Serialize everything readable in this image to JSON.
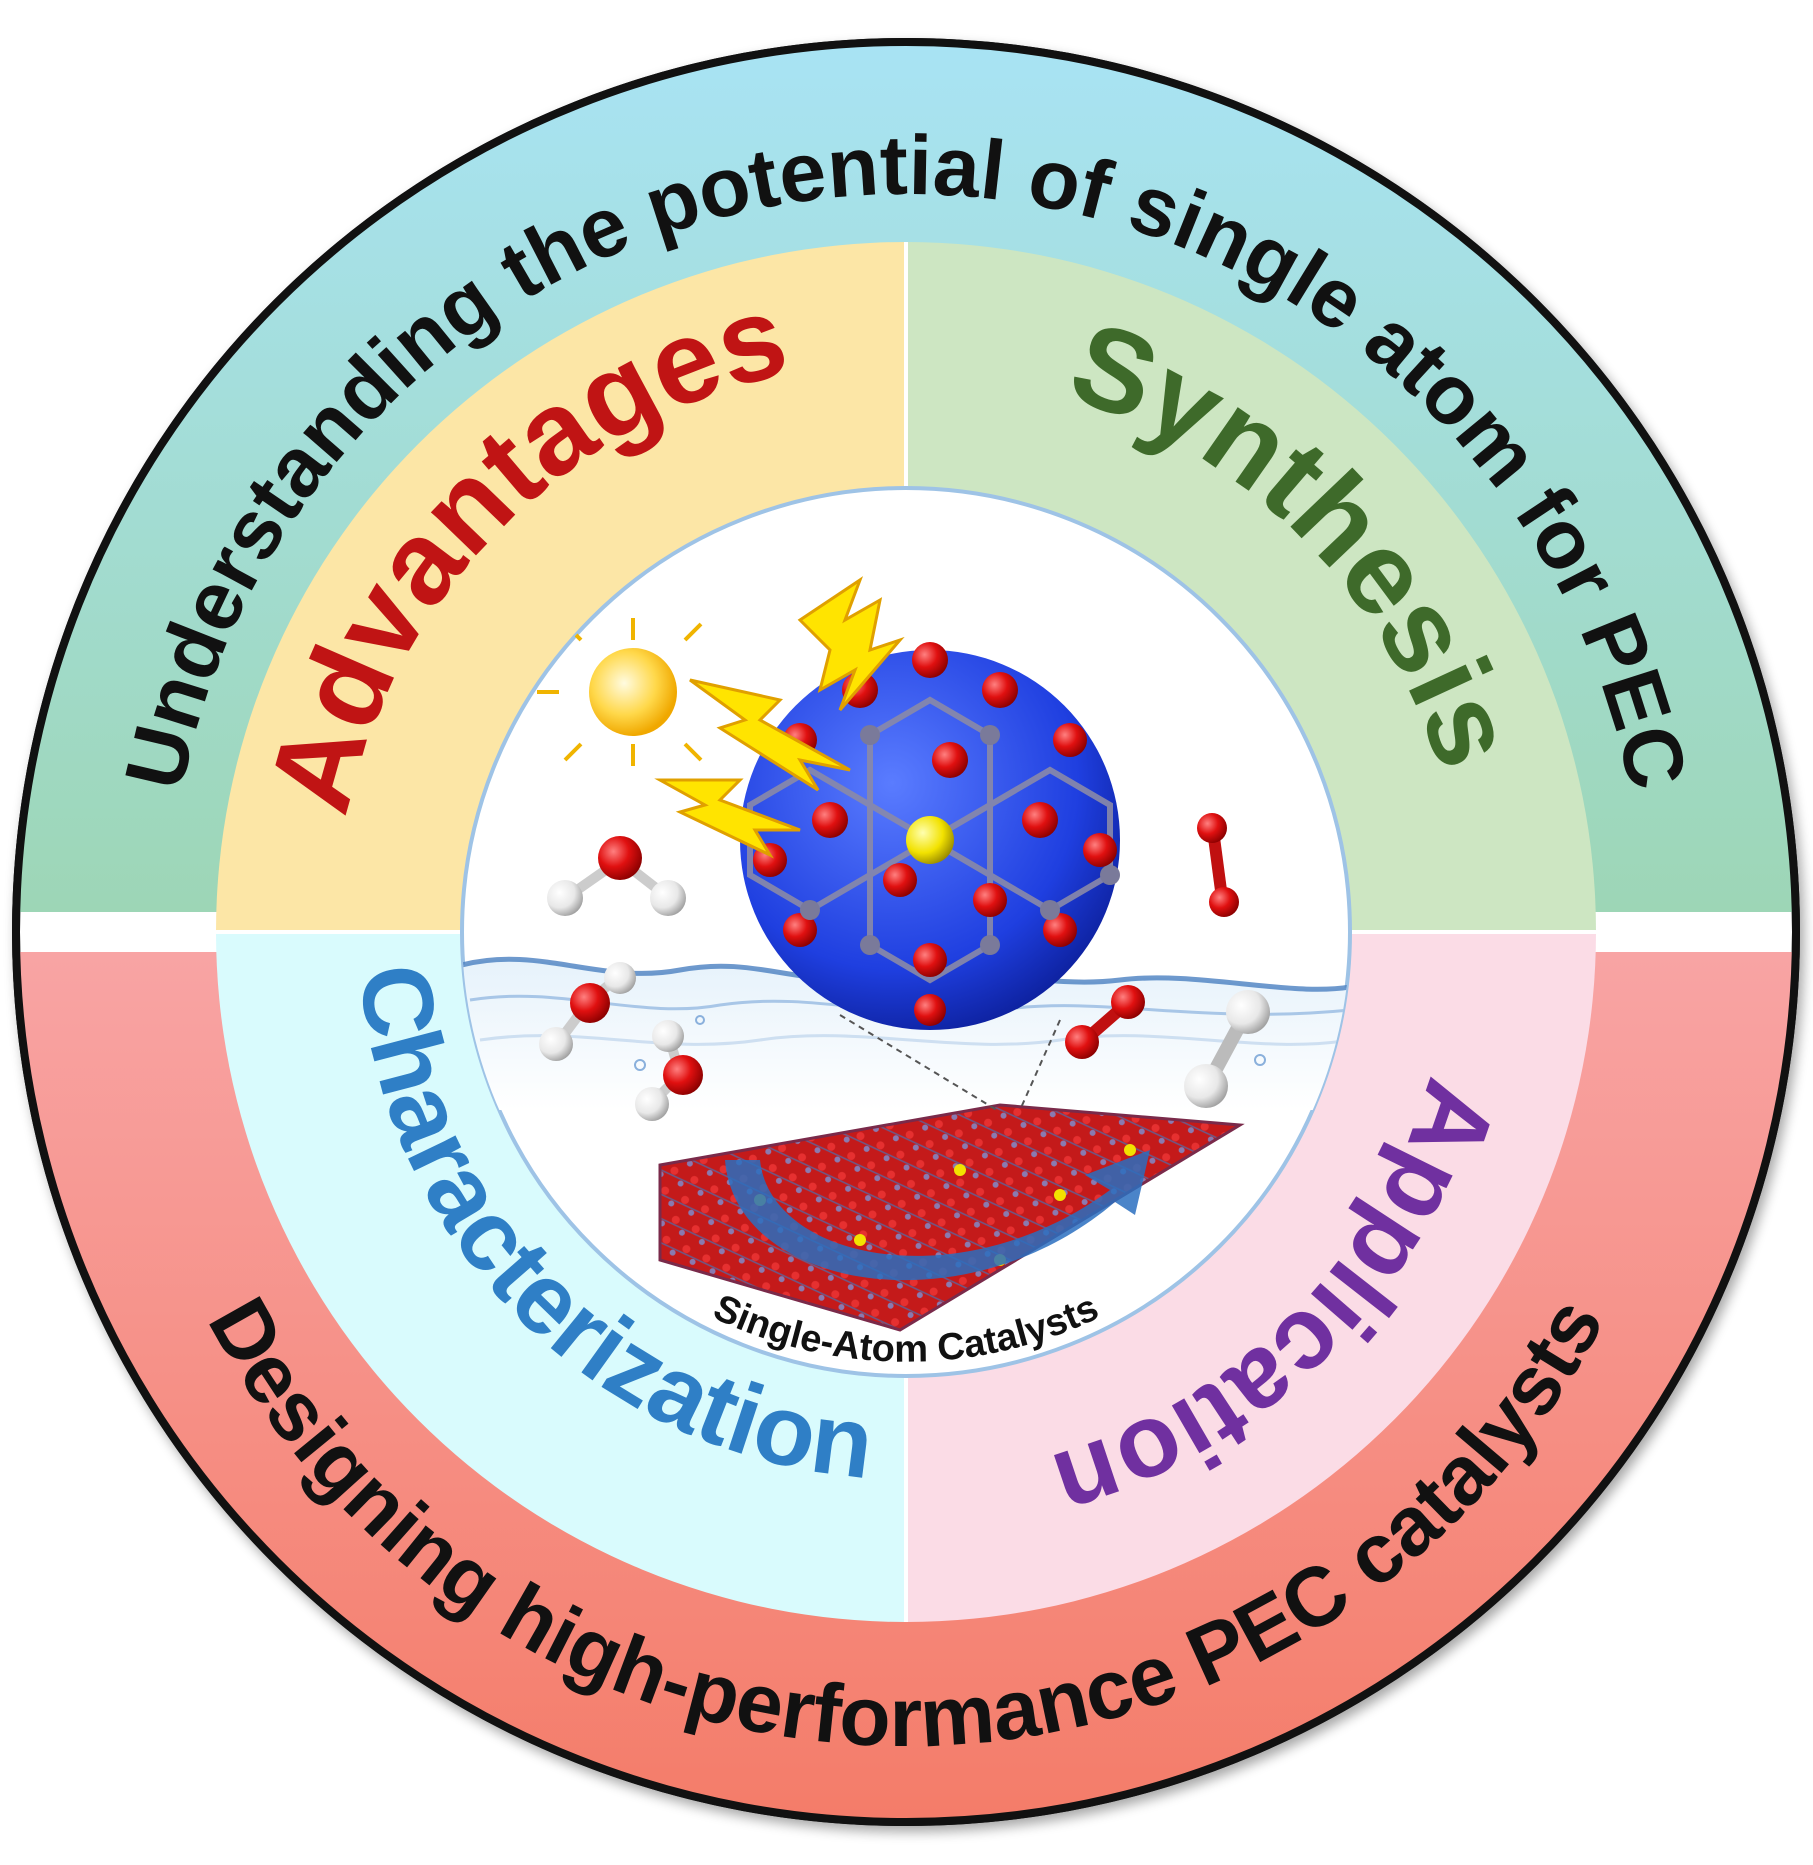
{
  "outer_ring": {
    "top_text": "Understanding the potential of single atom for PEC",
    "bottom_text": "Designing high-performance PEC catalysts",
    "top_color_start": "#a9e4f7",
    "top_color_end": "#9fd8b8",
    "bottom_color_start": "#f8a8a8",
    "bottom_color_end": "#f47a6a"
  },
  "quadrants": {
    "advantages": {
      "label": "Advantages",
      "color": "#c01414",
      "fill": "#fce6a6"
    },
    "synthesis": {
      "label": "Synthesis",
      "color": "#3e6a2a",
      "fill": "#cde6c2"
    },
    "characterization": {
      "label": "Characterization",
      "color": "#2f7fc6",
      "fill": "#d9fbfd"
    },
    "application": {
      "label": "Application",
      "color": "#7030a0",
      "fill": "#fbdce6"
    }
  },
  "center": {
    "caption": "Single-Atom Catalysts"
  },
  "icons": {
    "sun": "sun-icon",
    "lightning": "lightning-bolt-icon",
    "water": "water-molecule-icon",
    "oxygen": "oxygen-molecule-icon",
    "hydrogen": "hydrogen-molecule-icon"
  }
}
